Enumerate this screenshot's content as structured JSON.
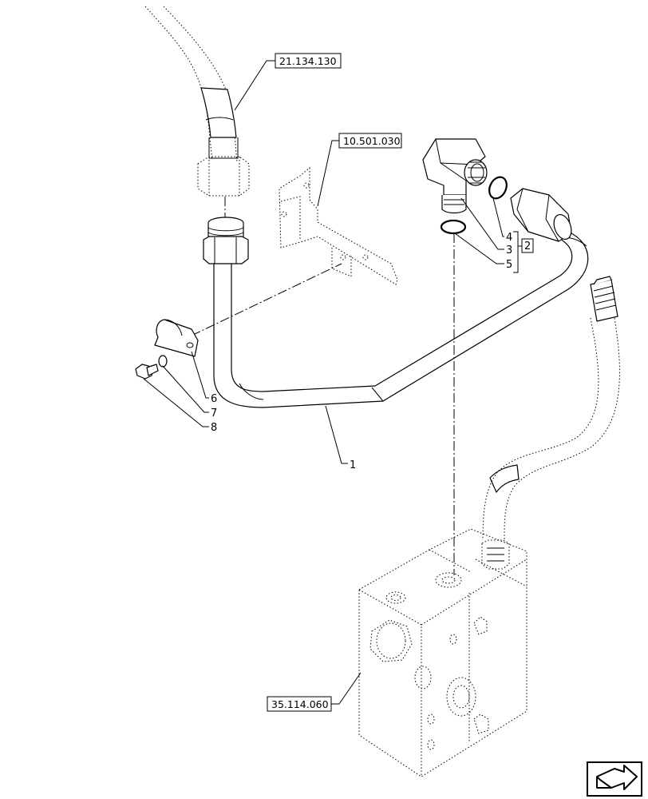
{
  "references": {
    "ref_top": "21.134.130",
    "ref_bracket": "10.501.030",
    "ref_valve": "35.114.060"
  },
  "callouts": {
    "item_1": "1",
    "item_2": "2",
    "item_3": "3",
    "item_4": "4",
    "item_5": "5",
    "item_6": "6",
    "item_7": "7",
    "item_8": "8"
  },
  "nav_icon": "next-page-arrow-icon"
}
